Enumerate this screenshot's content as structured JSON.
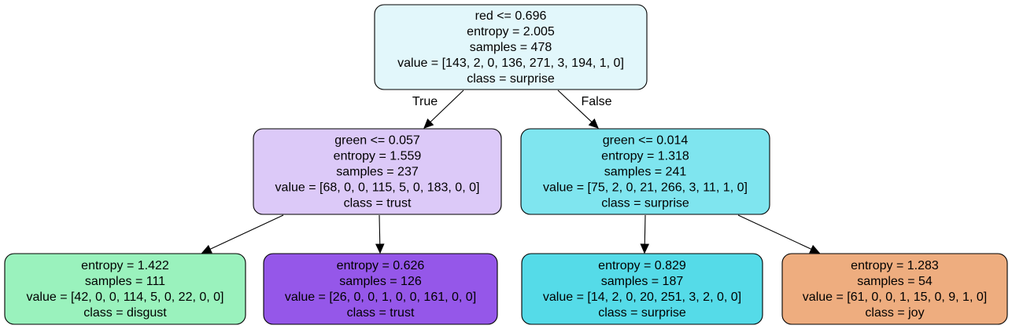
{
  "nodes": [
    {
      "id": "root",
      "color": "#e2f7fb",
      "lines": [
        "red <= 0.696",
        "entropy = 2.005",
        "samples = 478",
        "value = [143, 2, 0, 136, 271, 3, 194, 1, 0]",
        "class = surprise"
      ]
    },
    {
      "id": "left",
      "color": "#dcc9f8",
      "lines": [
        "green <= 0.057",
        "entropy = 1.559",
        "samples = 237",
        "value = [68, 0, 0, 115, 5, 0, 183, 0, 0]",
        "class = trust"
      ]
    },
    {
      "id": "right",
      "color": "#7fe5ef",
      "lines": [
        "green <= 0.014",
        "entropy = 1.318",
        "samples = 241",
        "value = [75, 2, 0, 21, 266, 3, 11, 1, 0]",
        "class = surprise"
      ]
    },
    {
      "id": "ll",
      "color": "#9af2bd",
      "lines": [
        "entropy = 1.422",
        "samples = 111",
        "value = [42, 0, 0, 114, 5, 0, 22, 0, 0]",
        "class = disgust"
      ]
    },
    {
      "id": "lr",
      "color": "#9557e9",
      "lines": [
        "entropy = 0.626",
        "samples = 126",
        "value = [26, 0, 0, 1, 0, 0, 161, 0, 0]",
        "class = trust"
      ]
    },
    {
      "id": "rl",
      "color": "#55dbe8",
      "lines": [
        "entropy = 0.829",
        "samples = 187",
        "value = [14, 2, 0, 20, 251, 3, 2, 0, 0]",
        "class = surprise"
      ]
    },
    {
      "id": "rr",
      "color": "#eead7f",
      "lines": [
        "entropy = 1.283",
        "samples = 54",
        "value = [61, 0, 0, 1, 15, 0, 9, 1, 0]",
        "class = joy"
      ]
    }
  ],
  "edges": [
    {
      "from": "root",
      "to": "left",
      "label": "True"
    },
    {
      "from": "root",
      "to": "right",
      "label": "False"
    },
    {
      "from": "left",
      "to": "ll",
      "label": ""
    },
    {
      "from": "left",
      "to": "lr",
      "label": ""
    },
    {
      "from": "right",
      "to": "rl",
      "label": ""
    },
    {
      "from": "right",
      "to": "rr",
      "label": ""
    }
  ]
}
